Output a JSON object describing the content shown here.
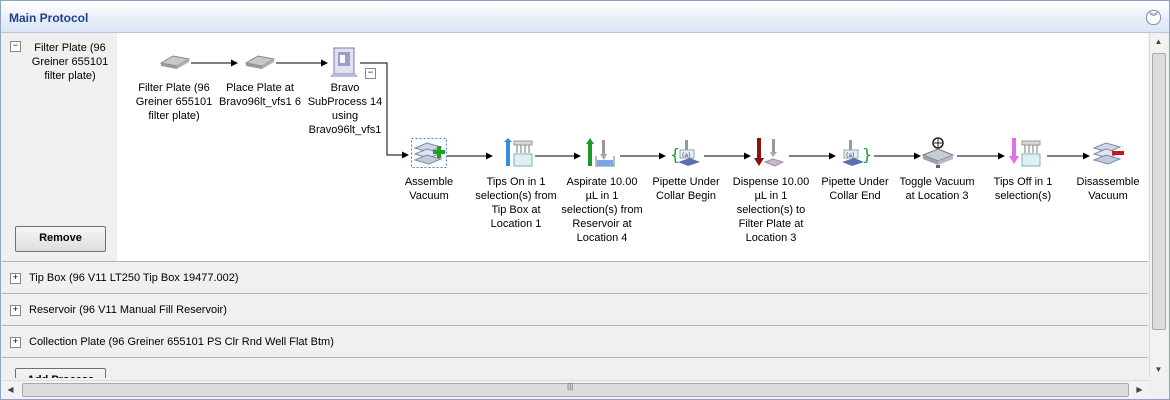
{
  "window": {
    "title": "Main Protocol"
  },
  "section": {
    "label": "Filter Plate (96 Greiner 655101 filter plate)",
    "toggle": "−",
    "remove_label": "Remove"
  },
  "nodes": [
    {
      "label": "Filter Plate (96 Greiner 655101 filter plate)",
      "icon": "plate-icon"
    },
    {
      "label": "Place Plate  at Bravo96lt_vfs1 6",
      "icon": "plate-icon"
    },
    {
      "label": "Bravo SubProcess 14 using Bravo96lt_vfs1",
      "icon": "bravo-device-icon"
    },
    {
      "label": "Assemble Vacuum",
      "icon": "assemble-vacuum-icon"
    },
    {
      "label": "Tips On in 1 selection(s) from Tip Box at Location 1",
      "icon": "tips-on-icon"
    },
    {
      "label": "Aspirate 10.00 µL in 1 selection(s) from Reservoir at Location 4",
      "icon": "aspirate-icon"
    },
    {
      "label": "Pipette Under Collar Begin",
      "icon": "pipette-begin-icon"
    },
    {
      "label": "Dispense 10.00 µL in 1 selection(s) to Filter Plate at Location 3",
      "icon": "dispense-icon"
    },
    {
      "label": "Pipette Under Collar End",
      "icon": "pipette-end-icon"
    },
    {
      "label": "Toggle Vacuum at Location 3",
      "icon": "toggle-vacuum-icon"
    },
    {
      "label": "Tips Off in 1 selection(s)",
      "icon": "tips-off-icon"
    },
    {
      "label": "Disassemble Vacuum",
      "icon": "disassemble-vacuum-icon"
    }
  ],
  "collapsed_processes": [
    {
      "label": "Tip Box (96 V11 LT250 Tip Box 19477.002)",
      "toggle": "+"
    },
    {
      "label": "Reservoir (96 V11 Manual Fill Reservoir)",
      "toggle": "+"
    },
    {
      "label": "Collection Plate (96 Greiner 655101 PS Clr Rnd Well Flat Btm)",
      "toggle": "+"
    }
  ],
  "add_process_label": "Add Process",
  "subprocess_toggle": "−",
  "colors": {
    "title": "#1e3f8a",
    "tips_on": "#2f8fe0",
    "aspirate": "#1f9a2a",
    "dispense": "#8b1010",
    "tips_off": "#e070e8"
  }
}
